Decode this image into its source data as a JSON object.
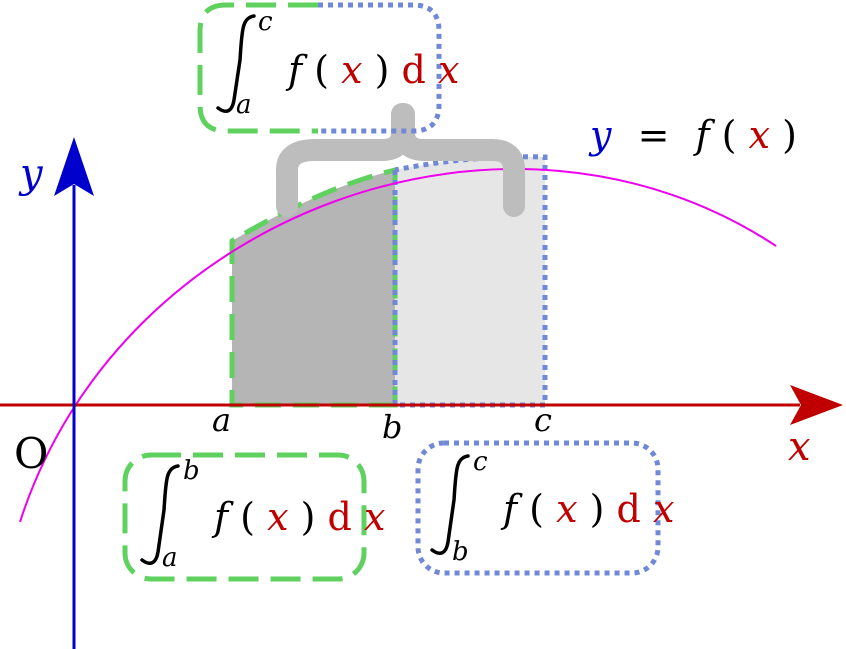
{
  "colors": {
    "axis_x": "#c00000",
    "axis_y": "#0000cc",
    "curve": "#ee00ee",
    "green": "#5fd15f",
    "blue": "#7088d8",
    "fill_dark": "#b5b5b5",
    "fill_light": "#e6e6e6",
    "brace": "#bdbdbd",
    "red_var": "#c00000"
  },
  "labels": {
    "origin": "O",
    "x_axis": "x",
    "y_axis": "y",
    "point_a": "a",
    "point_b": "b",
    "point_c": "c",
    "curve_lhs": "y",
    "curve_eq": "=",
    "curve_f": "f",
    "curve_open": "(",
    "curve_x": "x",
    "curve_close": ")"
  },
  "integrals": {
    "top": {
      "lower": "a",
      "upper": "c",
      "f": "f",
      "open": "(",
      "x": "x",
      "close": ")",
      "d": "d",
      "dx": "x"
    },
    "left": {
      "lower": "a",
      "upper": "b",
      "f": "f",
      "open": "(",
      "x": "x",
      "close": ")",
      "d": "d",
      "dx": "x"
    },
    "right": {
      "lower": "b",
      "upper": "c",
      "f": "f",
      "open": "(",
      "x": "x",
      "close": ")",
      "d": "d",
      "dx": "x"
    }
  }
}
